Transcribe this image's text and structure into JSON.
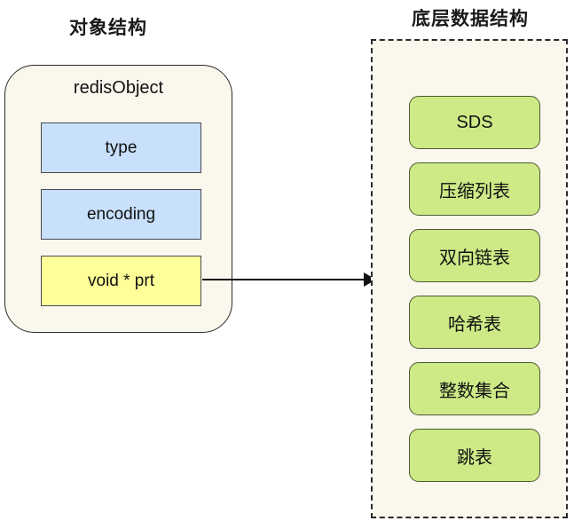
{
  "diagram": {
    "left_section": {
      "title": "对象结构",
      "container_label": "redisObject",
      "fields": [
        {
          "label": "type",
          "color": "#c8e0fb"
        },
        {
          "label": "encoding",
          "color": "#c8e0fb"
        },
        {
          "label": "void * prt",
          "color": "#ffff99"
        }
      ]
    },
    "right_section": {
      "title": "底层数据结构",
      "items": [
        {
          "label": "SDS"
        },
        {
          "label": "压缩列表"
        },
        {
          "label": "双向链表"
        },
        {
          "label": "哈希表"
        },
        {
          "label": "整数集合"
        },
        {
          "label": "跳表"
        }
      ]
    },
    "connector": {
      "type": "arrow",
      "from": "void * prt",
      "to": "底层数据结构"
    },
    "colors": {
      "page_background": "#ffffff",
      "panel_fill": "#faf7ed",
      "field_blue": "#c8e0fb",
      "field_yellow": "#ffff99",
      "item_green": "#cdea87",
      "stroke": "#2b2b2b"
    }
  }
}
